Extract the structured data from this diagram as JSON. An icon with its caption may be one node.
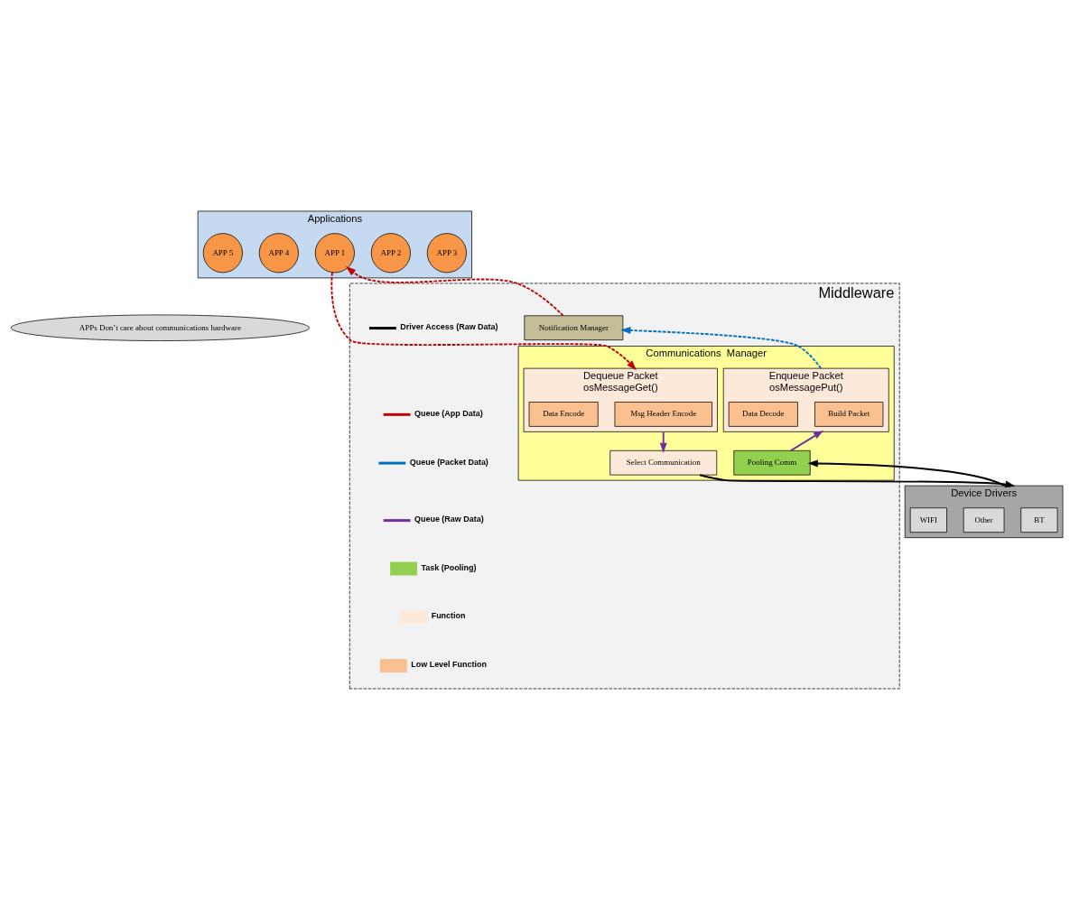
{
  "diagram": {
    "nodes": [
      {
        "text": [
          "Applications"
        ]
      },
      {
        "text": [
          "APP 1"
        ],
        "in": 0
      },
      {
        "text": [
          "APP 2"
        ],
        "in": 0
      },
      {
        "text": [
          "APP 3"
        ],
        "in": 0
      },
      {
        "text": [
          "APP 4"
        ],
        "in": 0
      },
      {
        "text": [
          "APP 5"
        ],
        "in": 0
      },
      {
        "text": [
          "APPs Don’t care about communications hardware"
        ]
      },
      {
        "text": [
          "Middleware"
        ]
      },
      {
        "text": [
          "Notification Manager"
        ],
        "in": 7
      },
      {
        "text": [
          "Communications  Manager"
        ],
        "in": 7
      },
      {
        "text": [
          "Enqueue Packet",
          "osMessagePut()"
        ],
        "in": 9
      },
      {
        "text": [
          "Build Packet"
        ],
        "in": 10
      },
      {
        "text": [
          "Data Decode"
        ],
        "in": 10
      },
      {
        "text": [
          "Dequeue Packet",
          "osMessageGet()"
        ],
        "in": 9
      },
      {
        "text": [
          "Msg Header Encode"
        ],
        "in": 13
      },
      {
        "text": [
          "Data Encode"
        ],
        "in": 13
      },
      {
        "text": [
          "Pooling Comm"
        ],
        "in": 9
      },
      {
        "text": [
          "Select Communication"
        ],
        "in": 9
      },
      {
        "text": [
          "Device Drivers"
        ]
      },
      {
        "text": [
          "BT"
        ],
        "in": 18
      },
      {
        "text": [
          "Other"
        ],
        "in": 18
      },
      {
        "text": [
          "WIFI"
        ],
        "in": 18
      }
    ],
    "edges": [
      {
        "from": 8,
        "to": 1,
        "arrow": "to",
        "style": "dashed",
        "color": "#c00000"
      },
      {
        "from": 1,
        "to": 13,
        "arrow": "to",
        "style": "dashed",
        "color": "#c00000"
      },
      {
        "from": 10,
        "to": 8,
        "arrow": "to",
        "style": "dashed",
        "color": "#0070c0"
      },
      {
        "from": 16,
        "to": 10,
        "arrow": "to",
        "color": "#7030a0"
      },
      {
        "from": 13,
        "to": 17,
        "arrow": "to",
        "color": "#7030a0"
      },
      {
        "from": 18,
        "to": 16,
        "arrow": "to",
        "color": "#000000"
      },
      {
        "from": 17,
        "to": 18,
        "arrow": "to",
        "color": "#000000"
      }
    ],
    "legend": [
      {
        "text": "Driver Access (Raw Data)"
      },
      {
        "text": "Queue (App Data)"
      },
      {
        "text": "Queue (Packet Data)"
      },
      {
        "text": "Queue (Raw Data)"
      },
      {
        "text": "Task (Pooling)",
        "color": "#92d050"
      },
      {
        "text": "Function",
        "color": "#fde9d9"
      },
      {
        "text": "Low Level Function",
        "color": "#fac090"
      }
    ]
  }
}
